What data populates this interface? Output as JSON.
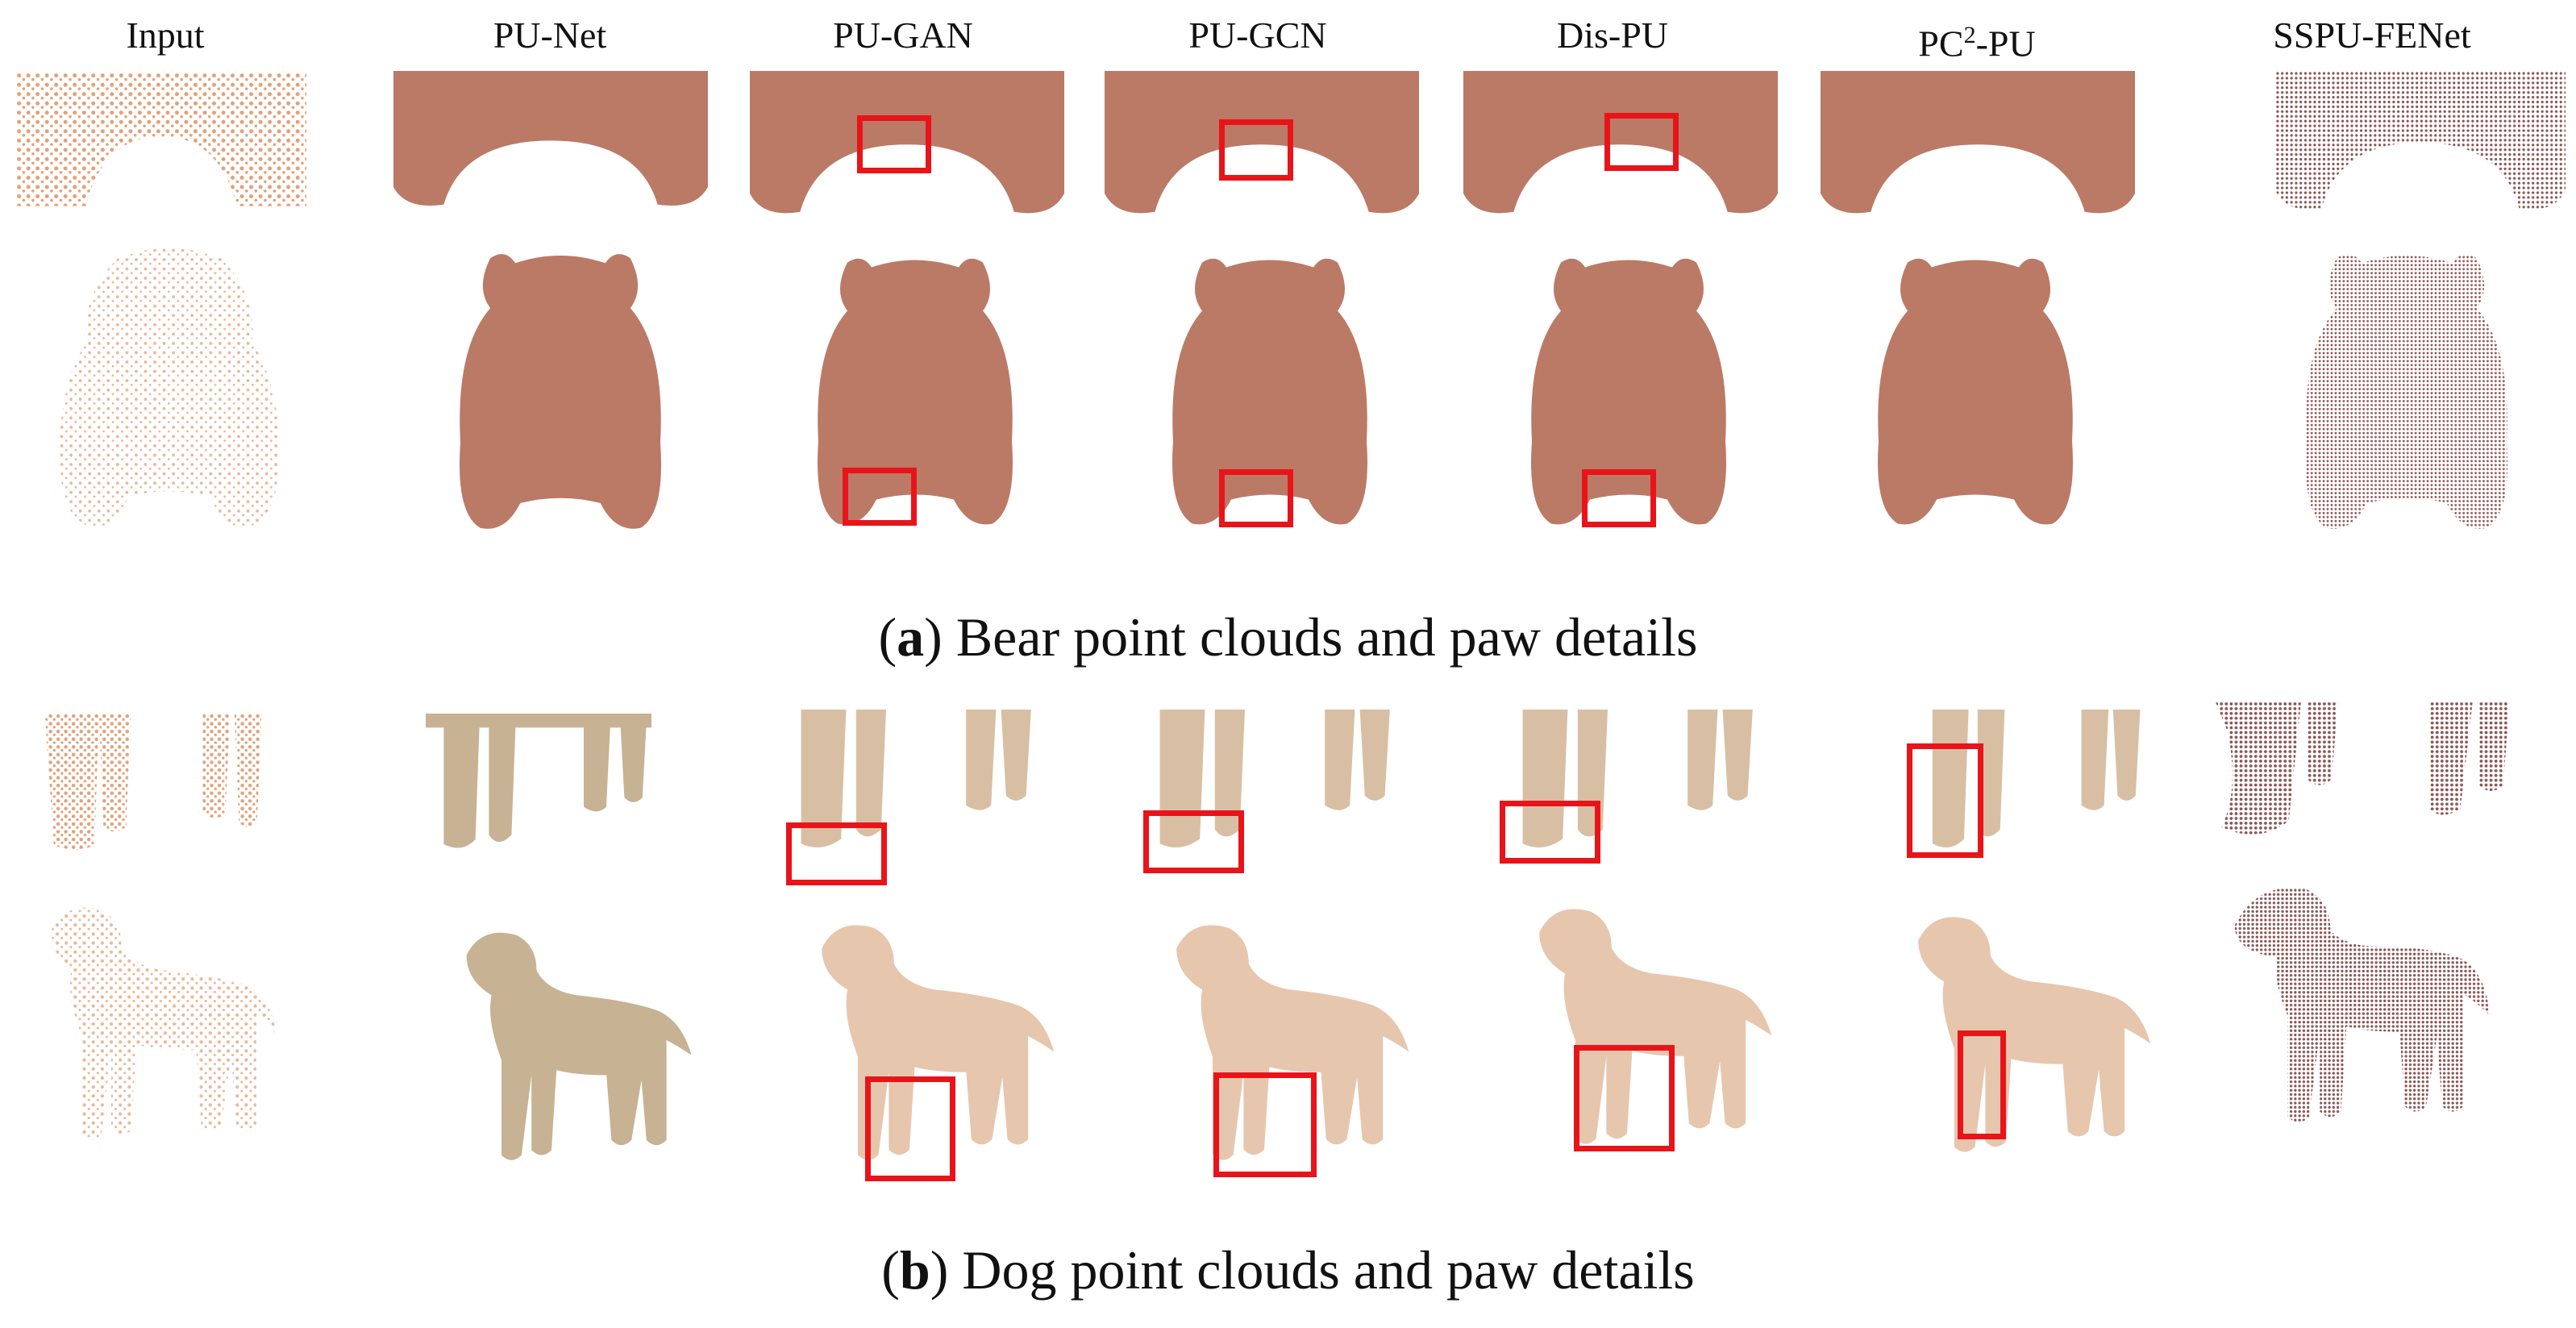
{
  "figure": {
    "columns": [
      {
        "label": "Input"
      },
      {
        "label": "PU-Net"
      },
      {
        "label": "PU-GAN"
      },
      {
        "label": "PU-GCN"
      },
      {
        "label": "Dis-PU"
      },
      {
        "label": "PC",
        "sup": "2",
        "suffix": "-PU"
      },
      {
        "label": "SSPU-FENet"
      }
    ],
    "caption_a": {
      "letter": "a",
      "text": " Bear point clouds and paw details"
    },
    "caption_b": {
      "letter": "b",
      "text": " Dog point clouds and paw details"
    },
    "colors": {
      "input_points": "#e0a27a",
      "bear_surface": "#bb7a66",
      "dog_pu_net": "#c7b294",
      "dog_surface": "#e7c6ae",
      "dog_mid": "#d8bfa4",
      "sspu_points": "#8a5452",
      "highlight_box": "#e8141a"
    }
  }
}
